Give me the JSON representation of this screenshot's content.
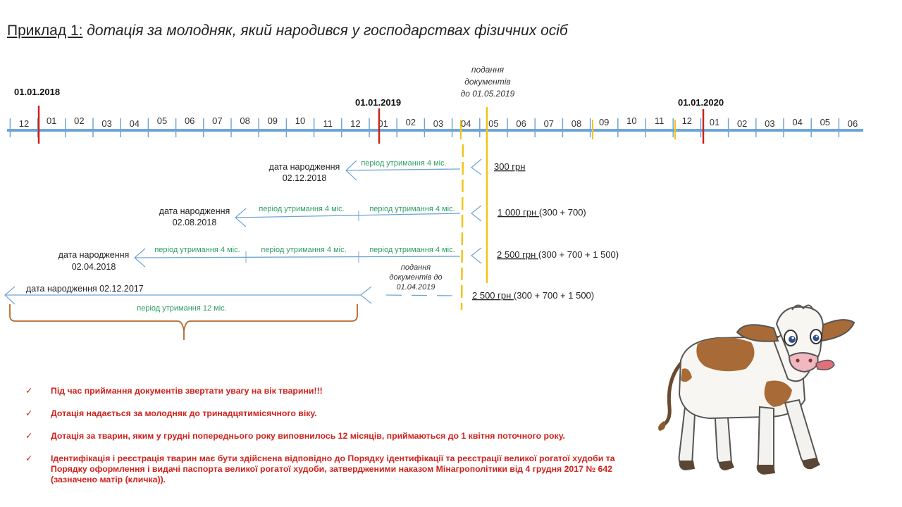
{
  "title": {
    "prefix": "Приклад 1:",
    "text": " дотація за молодняк, який народився у господарствах фізичних осіб"
  },
  "timeline": {
    "months": [
      "12",
      "01",
      "02",
      "03",
      "04",
      "05",
      "06",
      "07",
      "08",
      "09",
      "10",
      "11",
      "12",
      "01",
      "02",
      "03",
      "04",
      "05",
      "06",
      "07",
      "08",
      "09",
      "10",
      "11",
      "12",
      "01",
      "02",
      "03",
      "04",
      "05",
      "06"
    ],
    "year_marks": [
      {
        "label": "01.01.2018"
      },
      {
        "label": "01.01.2019"
      },
      {
        "label": "01.01.2020"
      }
    ],
    "deadline_note": [
      "подання",
      "документів",
      "до 01.05.2019"
    ]
  },
  "examples": [
    {
      "birth": [
        "дата народження",
        "02.12.2018"
      ],
      "periods": [
        "період утримання 4 міс."
      ],
      "amount_main": "300 грн",
      "amount_detail": ""
    },
    {
      "birth": [
        "дата народження",
        "02.08.2018"
      ],
      "periods": [
        "період утримання 4 міс.",
        "період утримання 4 міс."
      ],
      "amount_main": "1 000 грн ",
      "amount_detail": "(300 + 700)"
    },
    {
      "birth": [
        "дата народження",
        "02.04.2018"
      ],
      "periods": [
        "період утримання 4 міс.",
        "період утримання 4 міс.",
        "період утримання 4 міс."
      ],
      "amount_main": "2 500 грн ",
      "amount_detail": "(300 + 700 + 1 500)"
    },
    {
      "birth": [
        "дата народження 02.12.2017"
      ],
      "periods": [
        "період утримання 12 міс."
      ],
      "note": [
        "подання",
        "документів до",
        "01.04.2019"
      ],
      "amount_main": "2 500 грн ",
      "amount_detail": "(300 + 700 + 1 500)"
    }
  ],
  "bullets": [
    "Під час приймання документів звертати увагу на вік тварини!!!",
    "Дотація надається за молодняк до тринадцятимісячного віку.",
    "Дотація за тварин, яким у грудні попереднього року виповнилось 12 місяців, приймаються до 1 квітня поточного року.",
    " Ідентифікація і реєстрація тварин має  бути здійснена відповідно до Порядку ідентифікації та реєстрації великої рогатої худоби та Порядку оформлення і видачі паспорта великої рогатої худоби, затвердженими наказом Мінагрополітики від 4 грудня 2017 № 642 (зазначено матір (кличка))."
  ],
  "colors": {
    "axis": "#6fa5d6",
    "year_mark": "#c8241f",
    "deadline": "#f2c417",
    "period_text": "#2e9e63",
    "brace": "#b2692a",
    "bullet_text": "#d0211c"
  }
}
